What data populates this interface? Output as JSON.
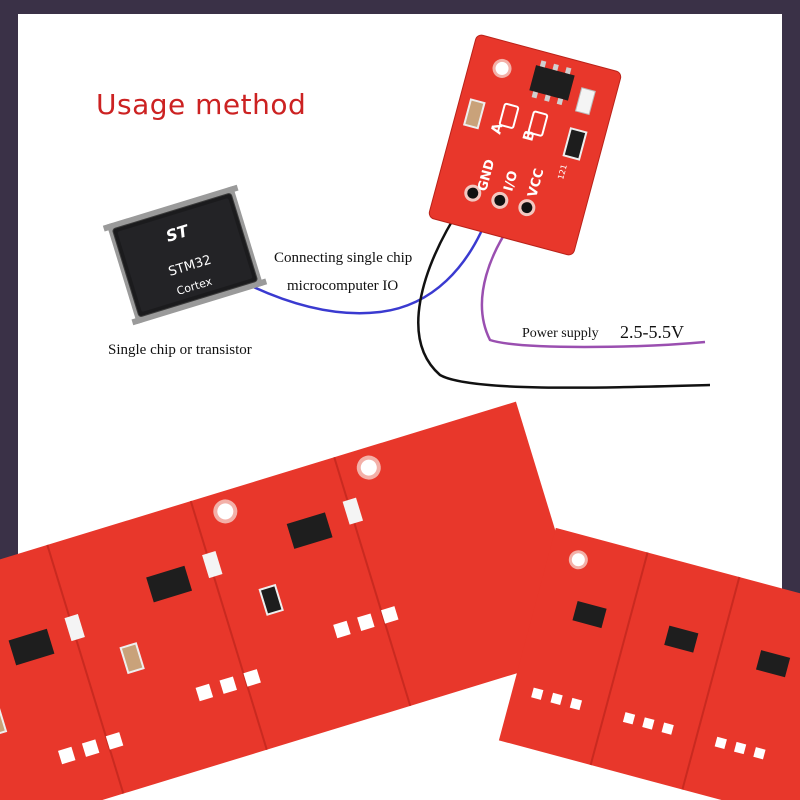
{
  "title": "Usage method",
  "labels": {
    "connect_line1": "Connecting single chip",
    "connect_line2": "microcomputer IO",
    "chip_caption": "Single chip or transistor",
    "power_label": "Power supply",
    "power_range": "2.5-5.5V"
  },
  "chip_markings": {
    "logo": "ST",
    "model": "STM32",
    "core": "Cortex"
  },
  "module_markings": {
    "pin_gnd": "GND",
    "pin_io": "I/O",
    "pin_vcc": "VCC",
    "pad_a": "A",
    "pad_b": "B",
    "resistor_code": "121"
  },
  "colors": {
    "pcb_red": "#e8372b",
    "pcb_red_dark": "#c92a20",
    "wire_blue": "#3a3ad0",
    "wire_purple": "#9a4fb0",
    "wire_black": "#111111",
    "title_red": "#cc2222"
  }
}
